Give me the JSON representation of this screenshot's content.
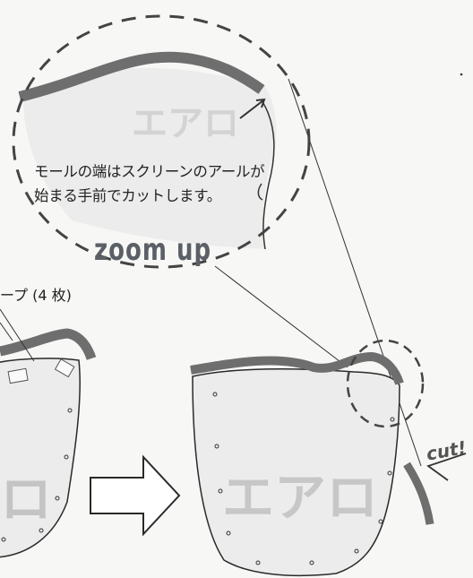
{
  "zoom_circle": {
    "note_line1": "モールの端はスクリーンのアールが",
    "note_line2": "始まる手前でカットします。",
    "caption": "zoom up",
    "ghost_label": "エアロ"
  },
  "left_panel": {
    "tape_label": "ープ (4 枚)",
    "ghost_label": "ロ"
  },
  "right_panel": {
    "ghost_label": "エアロ",
    "cut_label": "cut!"
  },
  "colors": {
    "molding": "#6e6e6e",
    "screen_fill": "#e9e9e9",
    "outline": "#2a2a2a"
  }
}
